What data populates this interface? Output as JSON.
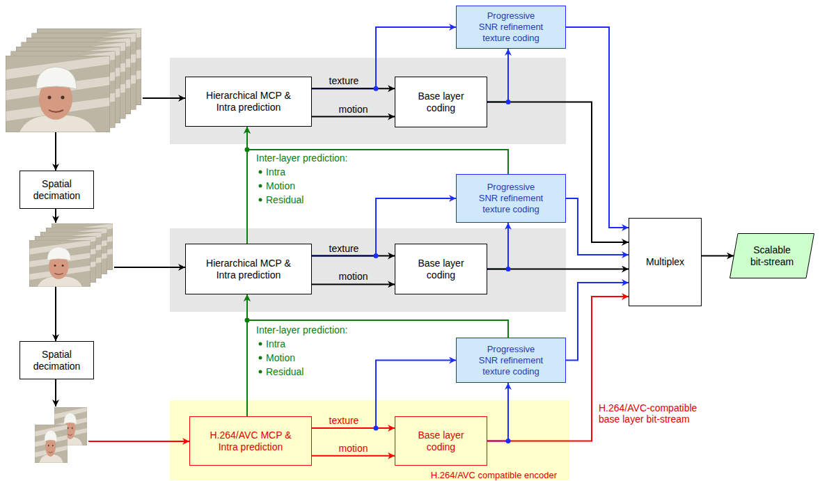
{
  "diagram": {
    "nodes": [
      {
        "text": [
          "Progressive SNR refinement texture coding"
        ]
      },
      {
        "text": [
          "Hierarchical MCP & Intra prediction"
        ]
      },
      {
        "text": [
          "Base layer coding"
        ]
      },
      {
        "text": [
          "Spatial decimation"
        ]
      },
      {
        "text": [
          "Progressive SNR refinement texture coding"
        ]
      },
      {
        "text": [
          "Hierarchical MCP & Intra prediction"
        ]
      },
      {
        "text": [
          "Base layer coding"
        ]
      },
      {
        "text": [
          "Multiplex"
        ]
      },
      {
        "text": [
          "Scalable bit-stream"
        ]
      },
      {
        "text": [
          "Spatial decimation"
        ]
      },
      {
        "text": [
          "Progressive SNR refinement texture coding"
        ]
      },
      {
        "text": [
          "H.264/AVC compatible encoder"
        ]
      },
      {
        "text": [
          "H.264/AVC MCP & Intra prediction"
        ],
        "in": 11
      },
      {
        "text": [
          "Base layer coding"
        ],
        "in": 11
      }
    ],
    "edges": [
      {
        "from": 1,
        "to": 2,
        "label": "texture",
        "arrow": "to"
      },
      {
        "from": 1,
        "to": 2,
        "label": "motion",
        "arrow": "to"
      },
      {
        "from": 1,
        "to": 0,
        "arrow": "to"
      },
      {
        "from": 2,
        "to": 0,
        "arrow": "to"
      },
      {
        "from": 2,
        "to": 7,
        "arrow": "to"
      },
      {
        "from": 0,
        "to": 7,
        "arrow": "to"
      },
      {
        "from": 5,
        "to": 6,
        "label": "texture",
        "arrow": "to"
      },
      {
        "from": 5,
        "to": 6,
        "label": "motion",
        "arrow": "to"
      },
      {
        "from": 5,
        "to": 4,
        "arrow": "to"
      },
      {
        "from": 6,
        "to": 4,
        "arrow": "to"
      },
      {
        "from": 6,
        "to": 7,
        "arrow": "to"
      },
      {
        "from": 4,
        "to": 7,
        "arrow": "to"
      },
      {
        "from": 5,
        "to": 1,
        "arrow": "to"
      },
      {
        "from": 4,
        "to": 1,
        "arrow": "to"
      },
      {
        "from": 12,
        "to": 13,
        "label": "texture",
        "arrow": "to"
      },
      {
        "from": 12,
        "to": 13,
        "label": "motion",
        "arrow": "to"
      },
      {
        "from": 12,
        "to": 10,
        "arrow": "to"
      },
      {
        "from": 13,
        "to": 10,
        "arrow": "to"
      },
      {
        "from": 13,
        "to": 7,
        "label": "H.264/AVC-compatible base layer bit-stream",
        "arrow": "to"
      },
      {
        "from": 10,
        "to": 7,
        "arrow": "to"
      },
      {
        "from": 12,
        "to": 5,
        "arrow": "to"
      },
      {
        "from": 10,
        "to": 5,
        "arrow": "to"
      },
      {
        "from": 7,
        "to": 8,
        "arrow": "to"
      }
    ],
    "labels": [
      "Inter-layer prediction:",
      "Intra",
      "Motion",
      "Residual",
      "Inter-layer prediction:",
      "Intra",
      "Motion",
      "Residual"
    ]
  }
}
